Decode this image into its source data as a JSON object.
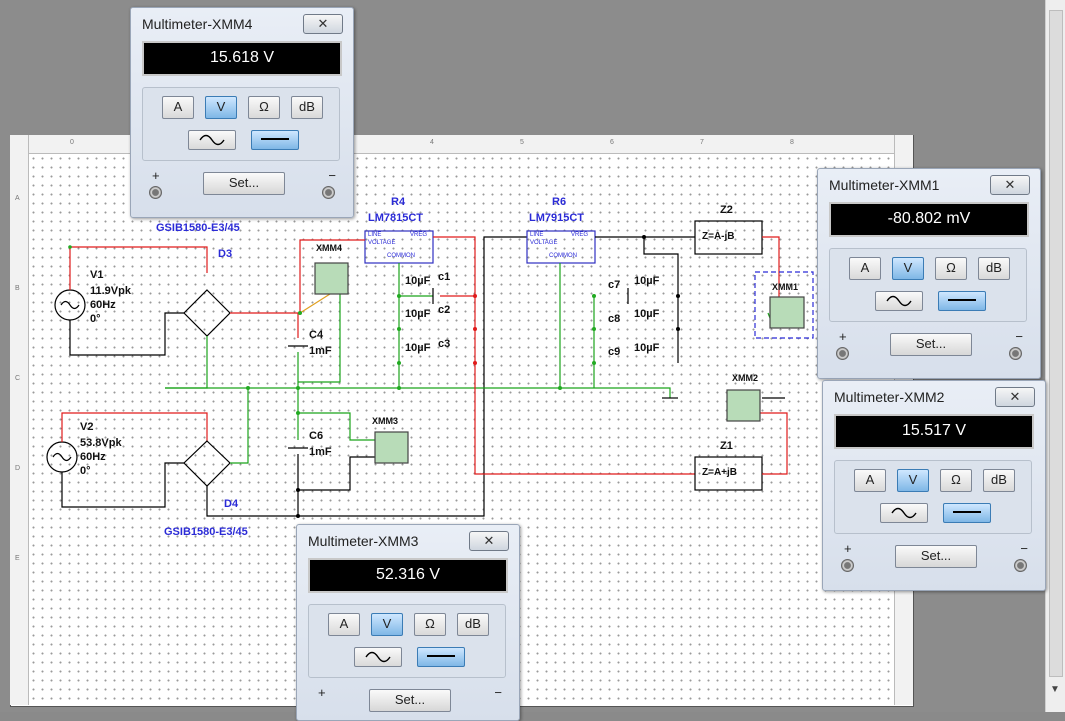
{
  "circuit": {
    "v1": {
      "name": "V1",
      "amp": "11.9Vpk",
      "freq": "60Hz",
      "phase": "0°"
    },
    "v2": {
      "name": "V2",
      "amp": "53.8Vpk",
      "freq": "60Hz",
      "phase": "0°"
    },
    "d3": {
      "name": "D3",
      "part": "GSIB1580-E3/45"
    },
    "d4": {
      "name": "D4",
      "part": "GSIB1580-E3/45"
    },
    "c4": {
      "name": "C4",
      "value": "1mF"
    },
    "c6": {
      "name": "C6",
      "value": "1mF"
    },
    "r4": {
      "name": "R4",
      "part": "LM7815CT"
    },
    "r6": {
      "name": "R6",
      "part": "LM7915CT"
    },
    "reg_pins": {
      "line": "LINE",
      "vreg": "VREG",
      "voltage": "VOLTAGE",
      "common": "COMMON"
    },
    "caps_left": [
      {
        "name": "c1",
        "value": "10µF"
      },
      {
        "name": "c2",
        "value": "10µF"
      },
      {
        "name": "c3",
        "value": "10µF"
      }
    ],
    "caps_right": [
      {
        "name": "c7",
        "value": "10µF"
      },
      {
        "name": "c8",
        "value": "10µF"
      },
      {
        "name": "c9",
        "value": "10µF"
      }
    ],
    "z1": {
      "name": "Z1",
      "value": "Z=A+jB"
    },
    "z2": {
      "name": "Z2",
      "value": "Z=A-jB"
    },
    "meters": {
      "xmm1": "XMM1",
      "xmm2": "XMM2",
      "xmm3": "XMM3",
      "xmm4": "XMM4"
    }
  },
  "multimeters": {
    "xmm4": {
      "title": "Multimeter-XMM4",
      "reading": "15.618 V"
    },
    "xmm1": {
      "title": "Multimeter-XMM1",
      "reading": "-80.802 mV"
    },
    "xmm2": {
      "title": "Multimeter-XMM2",
      "reading": "15.517 V"
    },
    "xmm3": {
      "title": "Multimeter-XMM3",
      "reading": "52.316 V"
    }
  },
  "mm_controls": {
    "a": "A",
    "v": "V",
    "ohm": "Ω",
    "db": "dB",
    "set": "Set...",
    "plus": "+",
    "minus": "−",
    "close": "✕"
  },
  "mode_selected": "V",
  "coupling_selected": "dc",
  "colors": {
    "wire_red": "#e01b1b",
    "wire_green": "#1aa31a",
    "wire_black": "#000000",
    "label_blue": "#2b2bd6"
  }
}
